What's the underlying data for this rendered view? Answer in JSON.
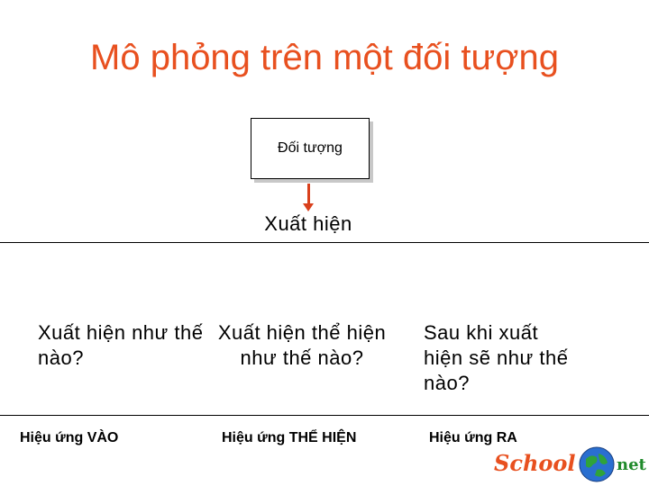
{
  "title": "Mô phỏng trên một đối tượng",
  "object_box": {
    "label": "Đối tượng"
  },
  "appear_label": "Xuất hiện",
  "columns": [
    {
      "question": "Xuất hiện như thế nào?",
      "effect": "Hiệu ứng VÀO"
    },
    {
      "question": "Xuất hiện thể hiện như thế nào?",
      "effect": "Hiệu ứng THỂ HIỆN"
    },
    {
      "question": "Sau khi xuất hiện sẽ như thế nào?",
      "effect": "Hiệu ứng RA"
    }
  ],
  "logo": {
    "left_text": "School",
    "right_text": "net",
    "icon": "globe-icon"
  },
  "colors": {
    "title": "#e8501f",
    "arrow": "#d9401c",
    "logo_school": "#e8501f",
    "logo_net": "#1f8a2a"
  }
}
